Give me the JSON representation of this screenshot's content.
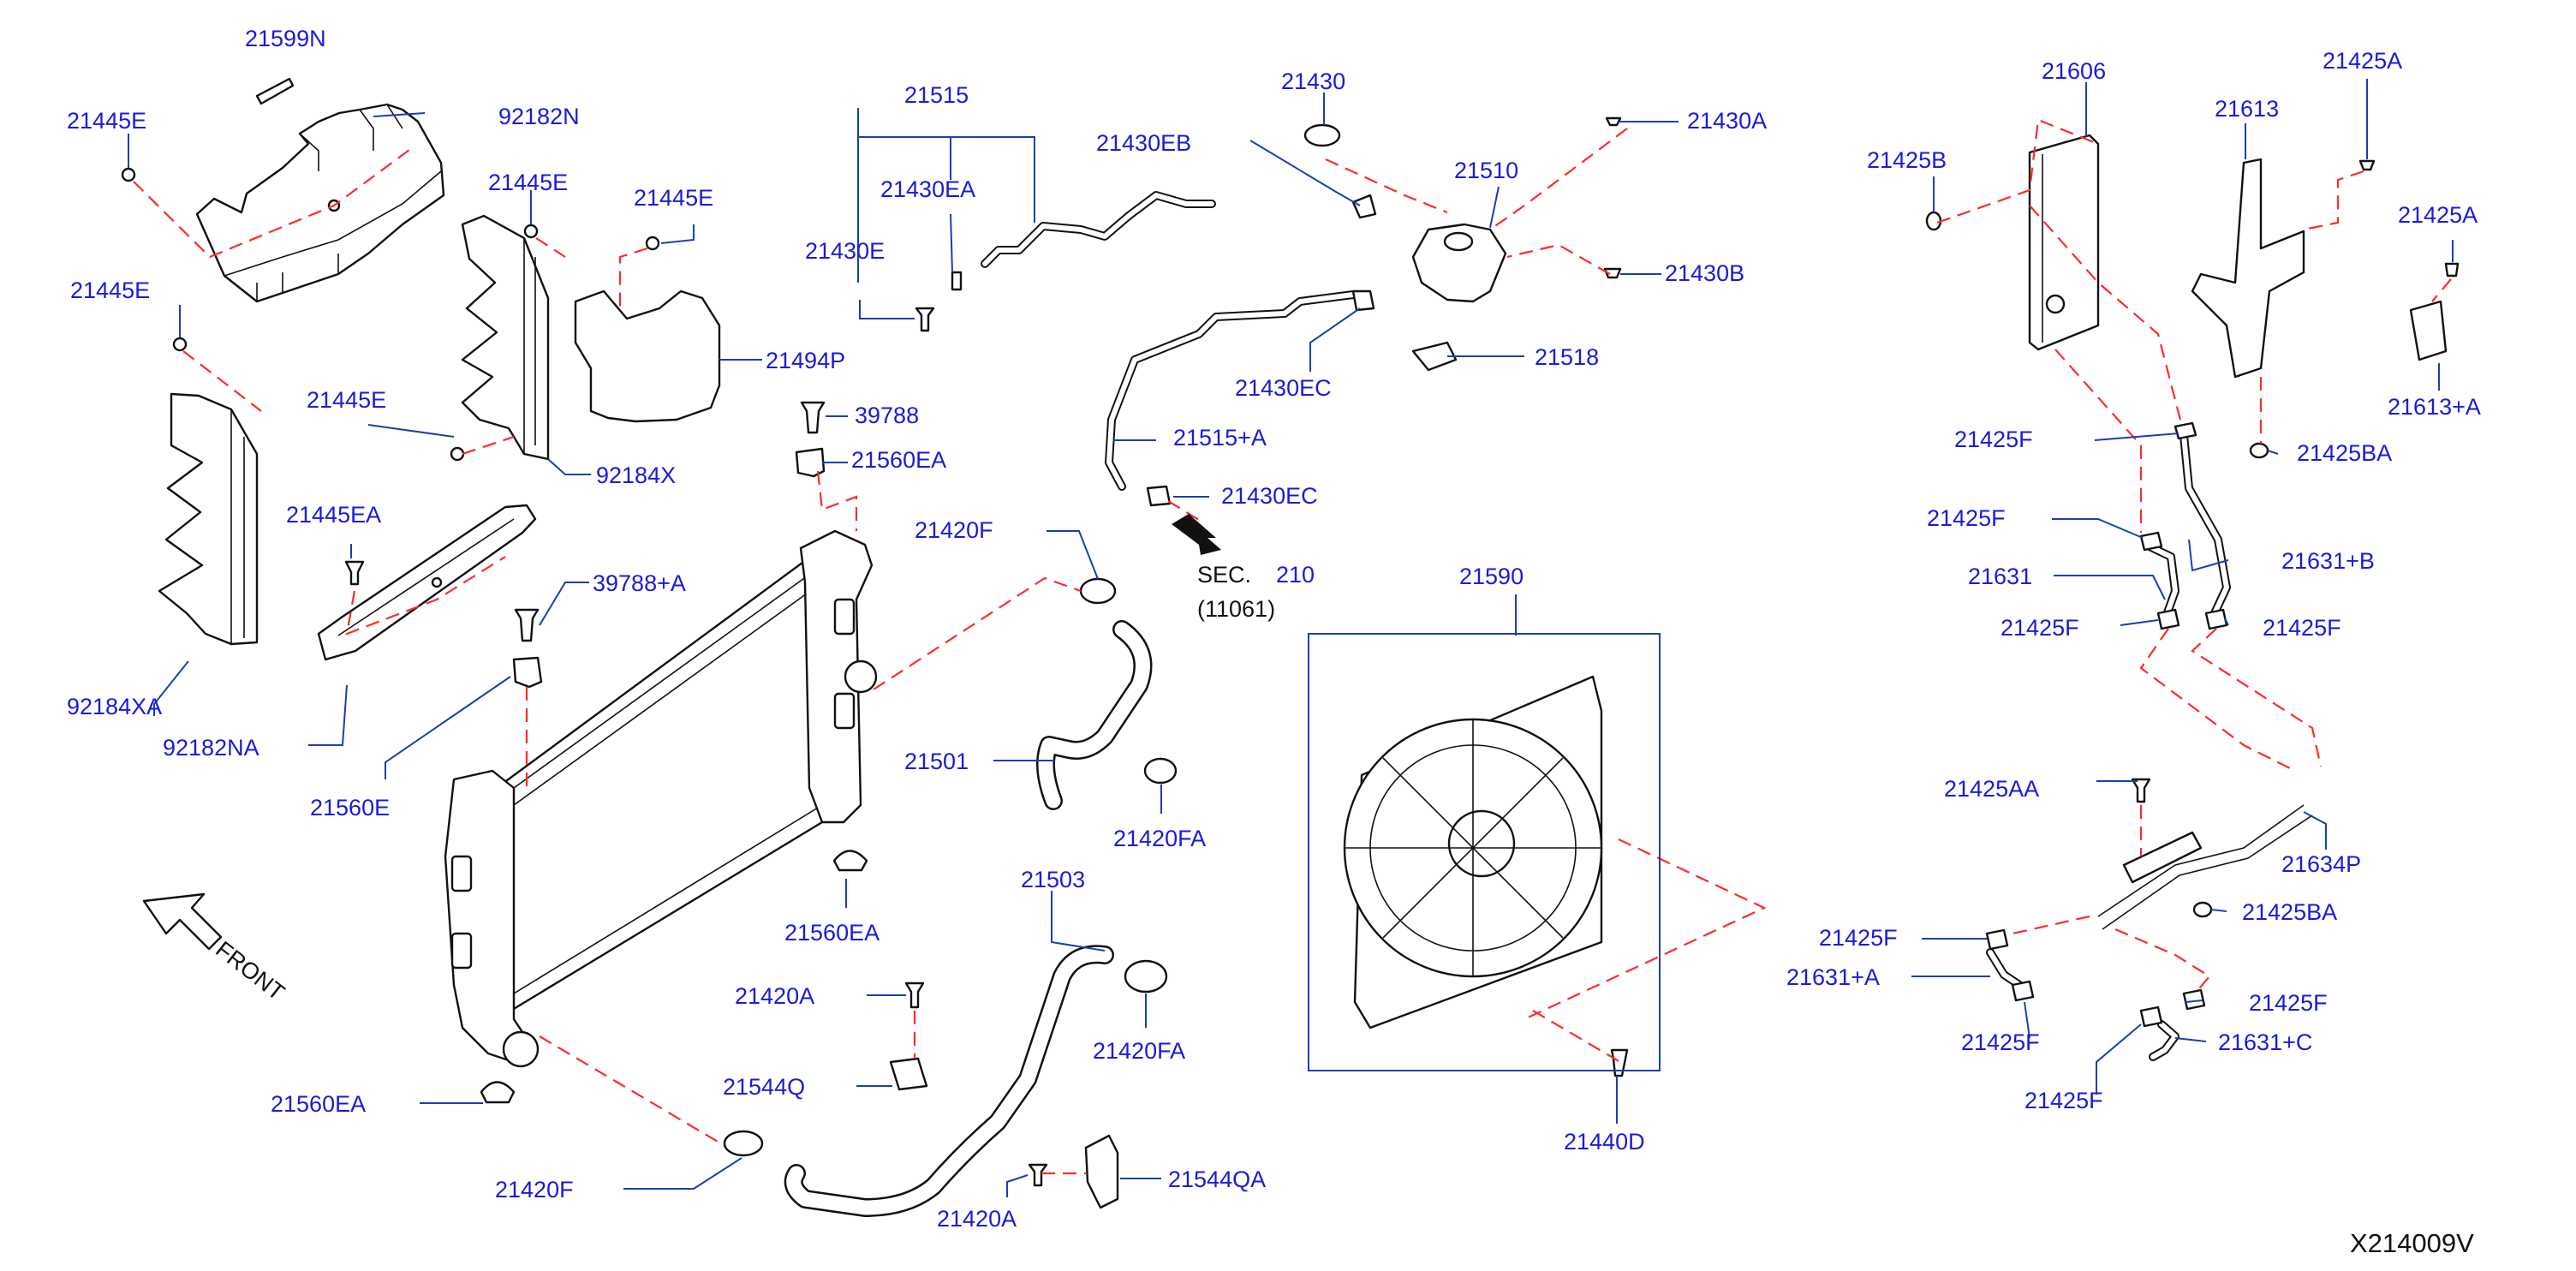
{
  "labels": {
    "l_21599N": "21599N",
    "l_92182N": "92182N",
    "l_21445E_a": "21445E",
    "l_21445E_b": "21445E",
    "l_21445E_c": "21445E",
    "l_21445E_d": "21445E",
    "l_21445E_e": "21445E",
    "l_21494P": "21494P",
    "l_92184X": "92184X",
    "l_21445EA": "21445EA",
    "l_92184XA": "92184XA",
    "l_92182NA": "92182NA",
    "l_39788A": "39788+A",
    "l_21560E": "21560E",
    "l_21515": "21515",
    "l_21430EA": "21430EA",
    "l_21430E": "21430E",
    "l_39788": "39788",
    "l_21560EA_top": "21560EA",
    "l_21430EB": "21430EB",
    "l_21430": "21430",
    "l_21430A": "21430A",
    "l_21510": "21510",
    "l_21430B": "21430B",
    "l_21518": "21518",
    "l_21430EC_a": "21430EC",
    "l_21515A": "21515+A",
    "l_21430EC_b": "21430EC",
    "l_21420F_top": "21420F",
    "l_sec_prefix": "SEC.",
    "l_sec_num": "210",
    "l_sec_ref": "(11061)",
    "l_21501": "21501",
    "l_21420FA_a": "21420FA",
    "l_21560EA_mid": "21560EA",
    "l_front": "FRONT",
    "l_21503": "21503",
    "l_21420A_a": "21420A",
    "l_21420FA_b": "21420FA",
    "l_21544Q": "21544Q",
    "l_21560EA_bot": "21560EA",
    "l_21420F_bot": "21420F",
    "l_21544QA": "21544QA",
    "l_21420A_b": "21420A",
    "l_21590": "21590",
    "l_21440D": "21440D",
    "l_21606": "21606",
    "l_21613": "21613",
    "l_21425A_a": "21425A",
    "l_21425B": "21425B",
    "l_21425A_b": "21425A",
    "l_21613A": "21613+A",
    "l_21425F_a": "21425F",
    "l_21425BA_a": "21425BA",
    "l_21425F_b": "21425F",
    "l_21631B": "21631+B",
    "l_21631": "21631",
    "l_21425F_c": "21425F",
    "l_21425F_d": "21425F",
    "l_21425AA": "21425AA",
    "l_21634P": "21634P",
    "l_21425BA_b": "21425BA",
    "l_21425F_e": "21425F",
    "l_21631A": "21631+A",
    "l_21425F_f": "21425F",
    "l_21425F_g": "21425F",
    "l_21631C": "21631+C",
    "l_21425F_h": "21425F",
    "drawing_number": "X214009V"
  },
  "colors": {
    "label_blue": "#1a1adc",
    "leader_blue": "#1a3fb0",
    "dash_red": "#ff2a2a",
    "part_black": "#111111"
  }
}
